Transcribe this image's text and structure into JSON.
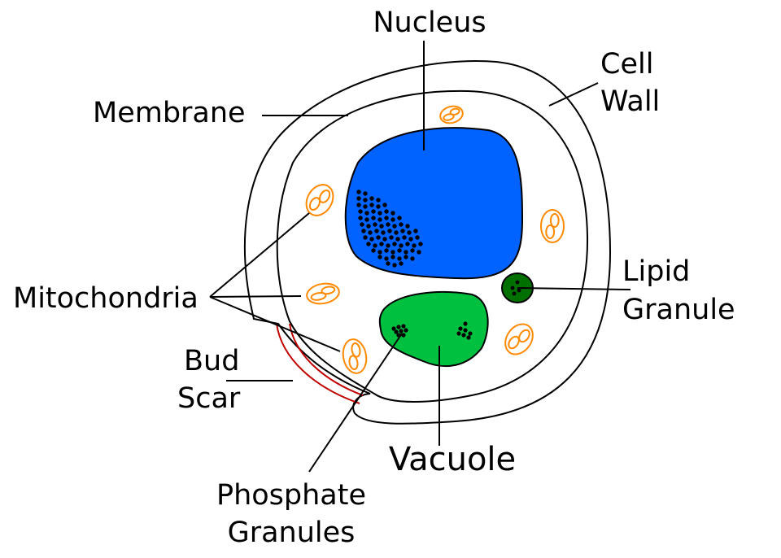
{
  "labels": {
    "nucleus": "Nucleus",
    "cell_wall_line1": "Cell",
    "cell_wall_line2": "Wall",
    "membrane": "Membrane",
    "mitochondria": "Mitochondria",
    "lipid_line1": "Lipid",
    "lipid_line2": "Granule",
    "bud_line1": "Bud",
    "bud_line2": "Scar",
    "vacuole": "Vacuole",
    "phosphate_line1": "Phosphate",
    "phosphate_line2": "Granules"
  },
  "colors": {
    "nucleus": "#0062ff",
    "vacuole": "#00c040",
    "lipid": "#007000",
    "mitochondria": "#ff8a00",
    "bud_scar": "#c00000",
    "outline": "#000000"
  }
}
